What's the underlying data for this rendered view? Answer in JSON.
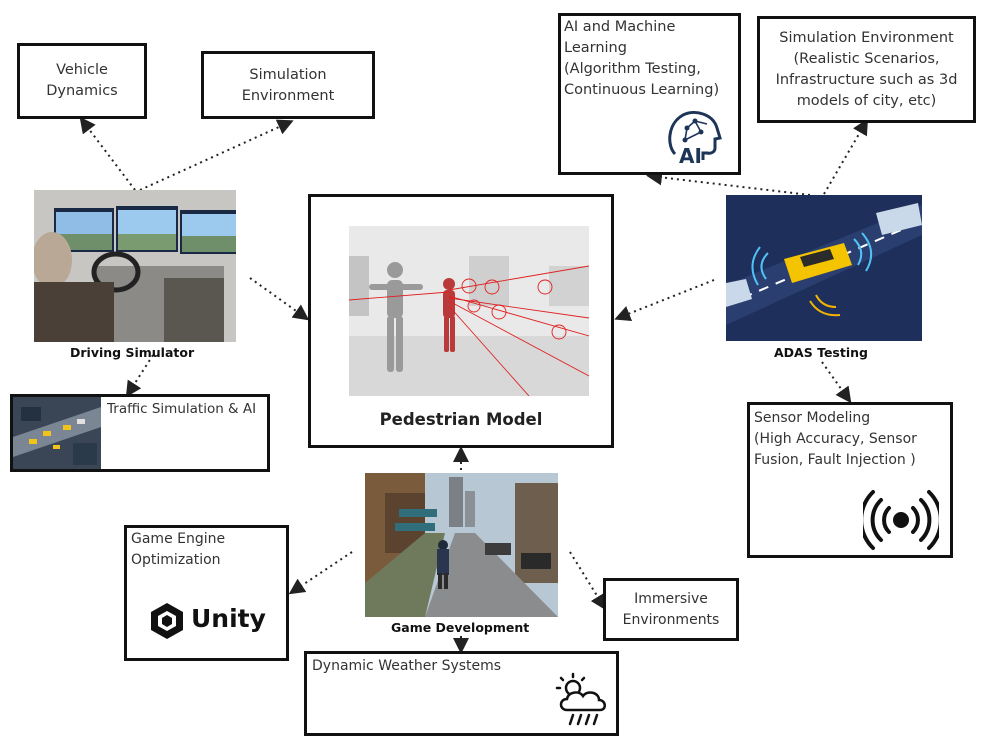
{
  "center": {
    "title": "Pedestrian Model"
  },
  "nodes": {
    "driving_simulator": {
      "caption": "Driving Simulator"
    },
    "adas_testing": {
      "caption": "ADAS Testing"
    },
    "game_development": {
      "caption": "Game Development"
    },
    "vehicle_dynamics": {
      "text": "Vehicle\nDynamics"
    },
    "simulation_environment_left": {
      "text": "Simulation\nEnvironment"
    },
    "ai_ml": {
      "text": "AI and Machine\nLearning\n(Algorithm Testing,\nContinuous Learning)",
      "logo": "AI"
    },
    "simulation_environment_right": {
      "text": "Simulation Environment\n(Realistic Scenarios,\nInfrastructure such as 3d\nmodels of city, etc)"
    },
    "traffic_simulation": {
      "text": "Traffic Simulation & AI"
    },
    "sensor_modeling": {
      "text": "Sensor Modeling\n(High Accuracy, Sensor\nFusion, Fault Injection )"
    },
    "game_engine": {
      "text": "Game Engine\nOptimization",
      "logo": "Unity"
    },
    "immersive_environments": {
      "text": "Immersive\nEnvironments"
    },
    "dynamic_weather": {
      "text": "Dynamic Weather Systems"
    }
  },
  "icons": [
    "ai-head-icon",
    "broadcast-icon",
    "unity-logo-icon",
    "weather-cloud-sun-rain-icon"
  ],
  "colors": {
    "border": "#111111",
    "text": "#333333",
    "arrow": "#222222",
    "accent_red": "#e02020",
    "adas_blue": "#1d2f5a"
  }
}
